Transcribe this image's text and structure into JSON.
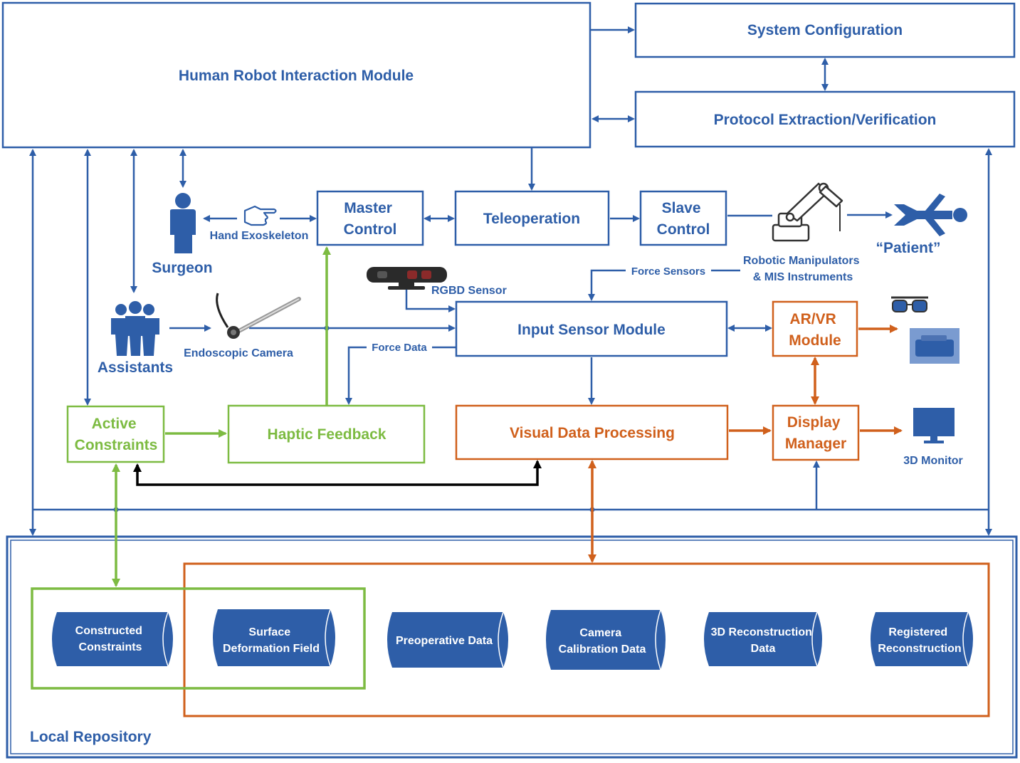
{
  "colors": {
    "blue": "#2e5ea8",
    "orange": "#d0601c",
    "green": "#7dbb42",
    "black": "#000000"
  },
  "boxes": {
    "hri": "Human Robot Interaction Module",
    "system_config": "System Configuration",
    "protocol": "Protocol Extraction/Verification",
    "master_control": [
      "Master",
      "Control"
    ],
    "teleoperation": "Teleoperation",
    "slave_control": [
      "Slave",
      "Control"
    ],
    "input_sensor": "Input Sensor Module",
    "arvr": [
      "AR/VR",
      "Module"
    ],
    "active_constraints": [
      "Active",
      "Constraints"
    ],
    "haptic": "Haptic Feedback",
    "visual": "Visual Data Processing",
    "display": [
      "Display",
      "Manager"
    ]
  },
  "labels": {
    "surgeon": "Surgeon",
    "hand_exoskeleton": "Hand Exoskeleton",
    "assistants": "Assistants",
    "endoscopic_camera": "Endoscopic Camera",
    "rgbd_sensor": "RGBD Sensor",
    "force_sensors": "Force Sensors",
    "force_data": "Force Data",
    "robotic": [
      "Robotic Manipulators",
      "& MIS Instruments"
    ],
    "patient": "“Patient”",
    "monitor": "3D Monitor",
    "local_repository": "Local Repository"
  },
  "repository_items": [
    [
      "Constructed",
      "Constraints"
    ],
    [
      "Surface",
      "Deformation Field"
    ],
    [
      "Preoperative Data"
    ],
    [
      "Camera",
      "Calibration Data"
    ],
    [
      "3D Reconstruction",
      "Data"
    ],
    [
      "Registered",
      "Reconstruction"
    ]
  ],
  "icons": [
    "person-icon",
    "hand-icon",
    "group-icon",
    "endoscope-icon",
    "rgbd-sensor-icon",
    "robot-arm-icon",
    "patient-icon",
    "ar-glasses-icon",
    "vr-headset-icon",
    "monitor-icon"
  ]
}
